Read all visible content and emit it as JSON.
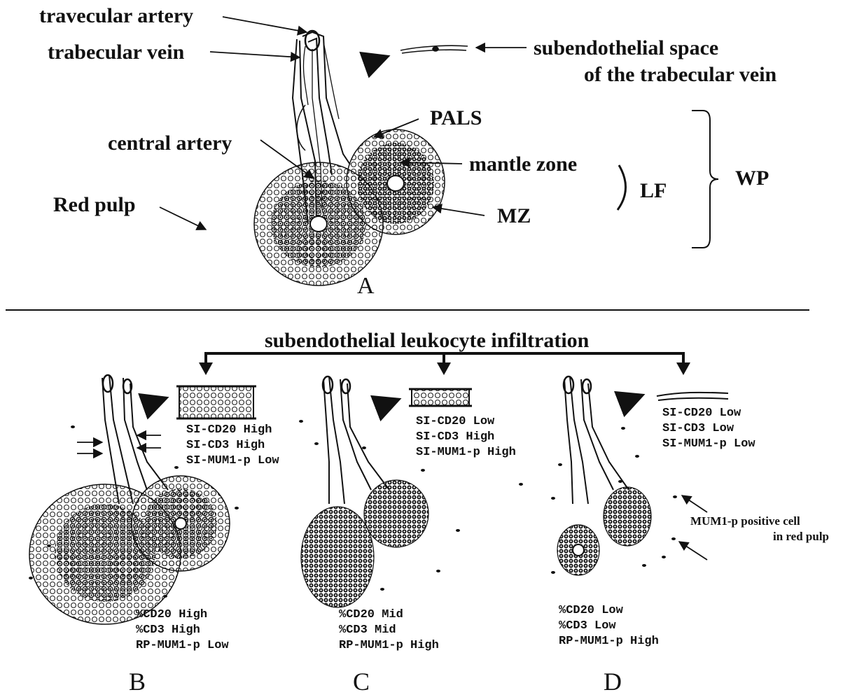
{
  "panelA": {
    "labels": {
      "travecular_artery": "travecular artery",
      "trabecular_vein": "trabecular vein",
      "subendothelial_space_line1": "subendothelial space",
      "subendothelial_space_line2": "of the trabecular vein",
      "pals": "PALS",
      "central_artery": "central artery",
      "mantle_zone": "mantle zone",
      "lf": "LF",
      "wp": "WP",
      "red_pulp": "Red pulp",
      "mz": "MZ"
    },
    "panel_label": "A"
  },
  "lower": {
    "title": "subendothelial leukocyte infiltration",
    "panels": [
      {
        "id": "B",
        "si": [
          "SI-CD20  High",
          "SI-CD3  High",
          "SI-MUM1-p  Low"
        ],
        "rp": [
          "%CD20  High",
          "%CD3  High",
          "RP-MUM1-p  Low"
        ]
      },
      {
        "id": "C",
        "si": [
          "SI-CD20  Low",
          "SI-CD3  High",
          "SI-MUM1-p  High"
        ],
        "rp": [
          "%CD20  Mid",
          "%CD3  Mid",
          "RP-MUM1-p  High"
        ]
      },
      {
        "id": "D",
        "si": [
          "SI-CD20  Low",
          "SI-CD3  Low",
          "SI-MUM1-p  Low"
        ],
        "rp": [
          "%CD20  Low",
          "%CD3  Low",
          "RP-MUM1-p  High"
        ]
      }
    ],
    "mum1_note_line1": "MUM1-p positive cell",
    "mum1_note_line2": "in red pulp"
  }
}
